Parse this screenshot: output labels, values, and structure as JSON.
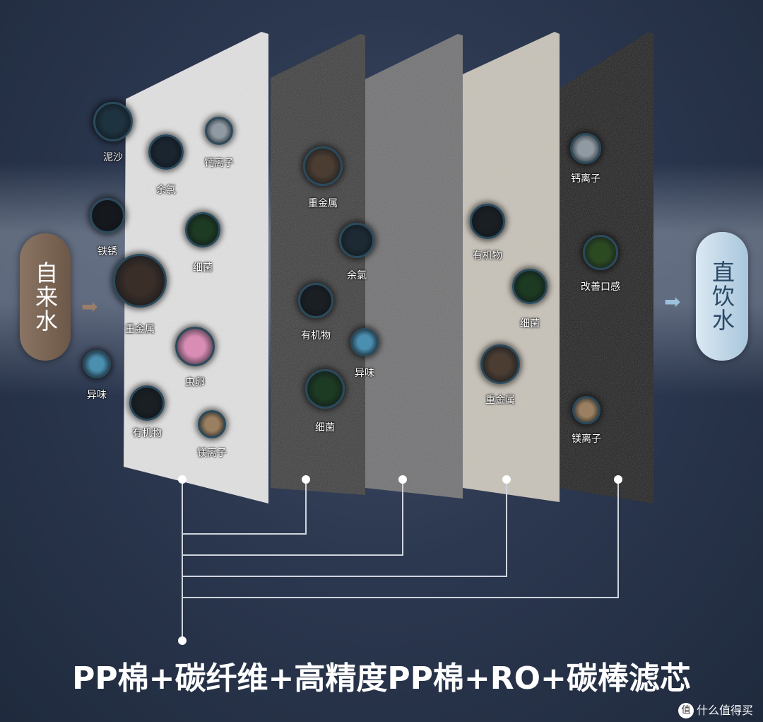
{
  "source_label": "自来水",
  "output_label": "直饮水",
  "title": "PP棉+碳纤维+高精度PP棉+RO+碳棒滤芯",
  "watermark": "什么值得买",
  "watermark_logo": "值",
  "layers": [
    {
      "name": "PP棉",
      "color": "#e4e4e4",
      "contaminants": [
        "泥沙",
        "余氯",
        "钙离子",
        "铁锈",
        "细菌",
        "重金属",
        "虫卵",
        "异味",
        "有机物",
        "镁离子"
      ]
    },
    {
      "name": "碳纤维",
      "color": "#3a3a3a",
      "contaminants": [
        "重金属",
        "余氯",
        "有机物",
        "异味",
        "细菌"
      ]
    },
    {
      "name": "高精度PP棉",
      "color": "#6e6e70",
      "contaminants": []
    },
    {
      "name": "RO",
      "color": "#c9c3b8",
      "contaminants": [
        "有机物",
        "细菌",
        "重金属"
      ]
    },
    {
      "name": "碳棒滤芯",
      "color": "#1c1c1c",
      "contaminants": [
        "钙离子",
        "改善口感",
        "镁离子"
      ]
    }
  ],
  "colors": {
    "source": "#7a6555",
    "output": "#c8dcea",
    "text": "#ffffff"
  }
}
